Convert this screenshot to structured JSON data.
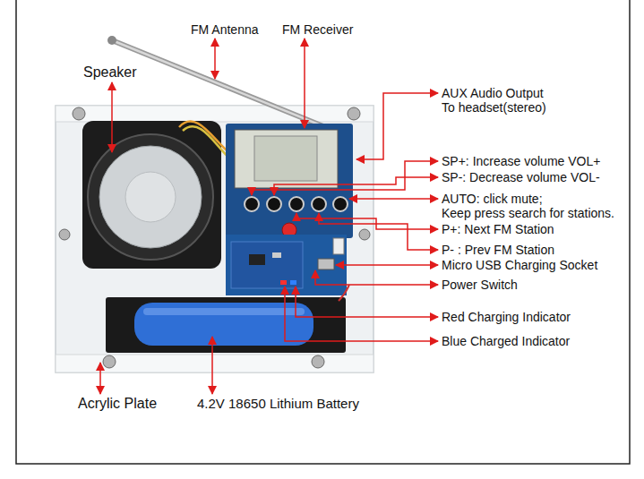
{
  "diagram": {
    "labels": [
      "FM Antenna",
      "FM Receiver",
      "Speaker",
      "AUX Audio Output To headset(stereo)",
      "SP+: Increase volume VOL+",
      "SP-: Decrease volume VOL-",
      "AUTO: click mute; Keep press search for stations.",
      "P+: Next FM Station",
      "P- : Prev FM Station",
      "Micro USB Charging Socket",
      "Power Switch",
      "Red Charging Indicator",
      "Blue Charged Indicator",
      "Acrylic Plate",
      "4.2V 18650 Lithium Battery"
    ]
  }
}
